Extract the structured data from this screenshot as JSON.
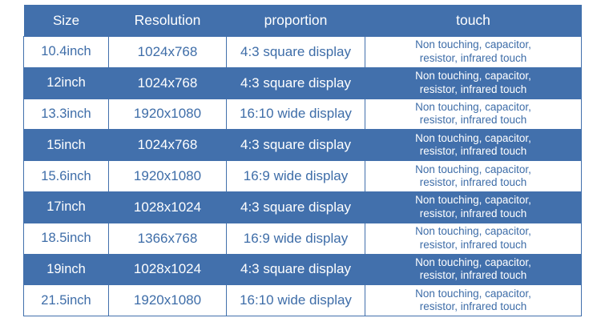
{
  "table": {
    "columns": [
      {
        "key": "size",
        "label": "Size"
      },
      {
        "key": "resolution",
        "label": "Resolution"
      },
      {
        "key": "proportion",
        "label": "proportion"
      },
      {
        "key": "touch",
        "label": "touch"
      }
    ],
    "rows": [
      {
        "size": "10.4inch",
        "resolution": "1024x768",
        "proportion": "4:3 square display",
        "touch_line1": "Non touching, capacitor,",
        "touch_line2": "resistor, infrared touch",
        "style": "white"
      },
      {
        "size": "12inch",
        "resolution": "1024x768",
        "proportion": "4:3 square display",
        "touch_line1": "Non touching, capacitor,",
        "touch_line2": "resistor, infrared touch",
        "style": "blue"
      },
      {
        "size": "13.3inch",
        "resolution": "1920x1080",
        "proportion": "16:10 wide display",
        "touch_line1": "Non touching, capacitor,",
        "touch_line2": "resistor, infrared touch",
        "style": "white"
      },
      {
        "size": "15inch",
        "resolution": "1024x768",
        "proportion": "4:3 square display",
        "touch_line1": "Non touching, capacitor,",
        "touch_line2": "resistor, infrared touch",
        "style": "blue"
      },
      {
        "size": "15.6inch",
        "resolution": "1920x1080",
        "proportion": "16:9 wide display",
        "touch_line1": "Non touching, capacitor,",
        "touch_line2": "resistor, infrared touch",
        "style": "white"
      },
      {
        "size": "17inch",
        "resolution": "1028x1024",
        "proportion": "4:3 square display",
        "touch_line1": "Non touching, capacitor,",
        "touch_line2": "resistor, infrared touch",
        "style": "blue"
      },
      {
        "size": "18.5inch",
        "resolution": "1366x768",
        "proportion": "16:9 wide display",
        "touch_line1": "Non touching, capacitor,",
        "touch_line2": "resistor, infrared touch",
        "style": "white"
      },
      {
        "size": "19inch",
        "resolution": "1028x1024",
        "proportion": "4:3 square display",
        "touch_line1": "Non touching, capacitor,",
        "touch_line2": "resistor, infrared touch",
        "style": "blue"
      },
      {
        "size": "21.5inch",
        "resolution": "1920x1080",
        "proportion": "16:10 wide display",
        "touch_line1": "Non touching, capacitor,",
        "touch_line2": "resistor, infrared touch",
        "style": "white"
      }
    ]
  },
  "colors": {
    "header_fill": "#4270ac",
    "row_fill_blue": "#4270ac",
    "row_fill_white": "#ffffff",
    "text_on_blue": "#ffffff",
    "text_on_white": "#3e6da8",
    "border": "#4270ac",
    "border_light": "#7f9fc9"
  }
}
